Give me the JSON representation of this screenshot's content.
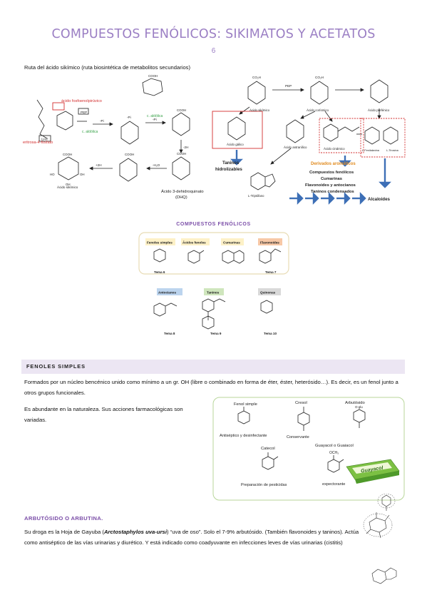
{
  "page": {
    "title": "COMPUESTOS FENÓLICOS: SIKIMATOS Y ACETATOS",
    "page_number": "6"
  },
  "pathway": {
    "heading": "Ruta del ácido sikímico (ruta biosintética de metabolitos secundarios)",
    "labels": {
      "pep_left": "ácido fosfoenolpirúvico",
      "aldol_1": "c. aldólica",
      "aldol_2": "c. aldólica",
      "e4p": "eritrosa-4-fosfato",
      "dhq_1": "Ácido 3-dehidroquinato",
      "dhq_2": "(DHQ)",
      "shikimic_left": "Ácido sikímico",
      "shikimic_top": "Ácido sikímico",
      "chorismic": "Ácido corísmico",
      "prephenic": "Ácido prefénico",
      "gallic": "Ácido gálico",
      "anthranilic": "Ácido antranílico",
      "cinnamic": "Ácido cinámico",
      "phenylalanine": "L-Fenilalanina",
      "tyrosine": "L-Tirosina",
      "tryptophan": "L-Triptófano",
      "pep_top": "PEP",
      "pep_box": "PEP",
      "uap": "UAP",
      "taninos_h_1": "Taninos",
      "taninos_h_2": "hidrolizables",
      "derivados": "Derivados aromáticos",
      "deriv_1": "Compuestos fenólicos",
      "deriv_2": "Cumarinas",
      "deriv_3": "Flavonoides y antocianos",
      "deriv_4": "Taninos condensados",
      "alcaloides": "Alcaloides",
      "minus_pi_1": "-Pi",
      "minus_pi_2": "-Pi",
      "minus_pi_3": "-Pi",
      "minus_h2o": "-H₂O",
      "minus_2h": "-2H",
      "plus_2h": "+2H",
      "cooh": "COOH",
      "co2h": "CO₂H",
      "oh": "OH",
      "ho": "HO"
    }
  },
  "phenolic_box": {
    "title": "COMPUESTOS FENÓLICOS",
    "groups": [
      {
        "label": "Fenoles simples",
        "color": "#fdf1c7"
      },
      {
        "label": "Ácidos fenoles",
        "color": "#fdf1c7"
      },
      {
        "label": "Cumarinas",
        "color": "#fdf1c7"
      },
      {
        "label": "Flavonoides",
        "color": "#f7c8a6"
      },
      {
        "label": "Antocianos",
        "color": "#bcd4ee"
      },
      {
        "label": "Taninos",
        "color": "#cfe6bd"
      },
      {
        "label": "Quinonas",
        "color": "#d9d9d9"
      }
    ],
    "topics": {
      "t6": "Tema 6",
      "t7": "Tema 7",
      "t8": "Tema 8",
      "t9": "Tema 9",
      "t10": "Tema 10"
    }
  },
  "section": {
    "heading": "FENOLES SIMPLES",
    "para1": "Formados por un núcleo bencénico unido como mínimo a un gr. OH (libre o combinado en forma de éter, éster, heterósido…). Es decir, es un fenol junto a otros grupos funcionales.",
    "para2": "Es abundante en la naturaleza. Sus acciones farmacológicas son variadas."
  },
  "examples_box": {
    "fenol_simple": "Fenol simple",
    "fenol_use": "Antiséptico y desinfectante",
    "cresol": "Cresol",
    "cresol_use": "Conservante",
    "arbutosido": "Arbutósido",
    "catecol": "Catecol",
    "catecol_use": "Preparación de pesticidas",
    "guayacol": "Guayacol o Guaiacol",
    "guayacol_use": "expectorante",
    "guayacol_pack": "Guayacol",
    "och3": "OCH₃",
    "oglu": "O-glu"
  },
  "arbutina": {
    "heading": "ARBUTÓSIDO O ARBUTINA.",
    "text_pre": "Su droga es la Hoja de Gayuba (",
    "text_species": "Arctostaphylos uva-ursi",
    "text_post": ") “uva de oso”. Solo el 7-9% arbutósido. (También flavonoides y taninos). Actúa como antiséptico de las vías urinarias y diurético. Y está indicado como coadyuvante en infecciones leves de vías urinarias (cistitis)"
  },
  "colors": {
    "title": "#9b7fc4",
    "accent_purple": "#7b4ea8",
    "red": "#d32f2f",
    "green": "#3aa34a",
    "orange": "#e08a1e",
    "blue_arrow": "#3d6fb6",
    "box_border": "#e8dcb5",
    "examples_border": "#b8d69a"
  }
}
